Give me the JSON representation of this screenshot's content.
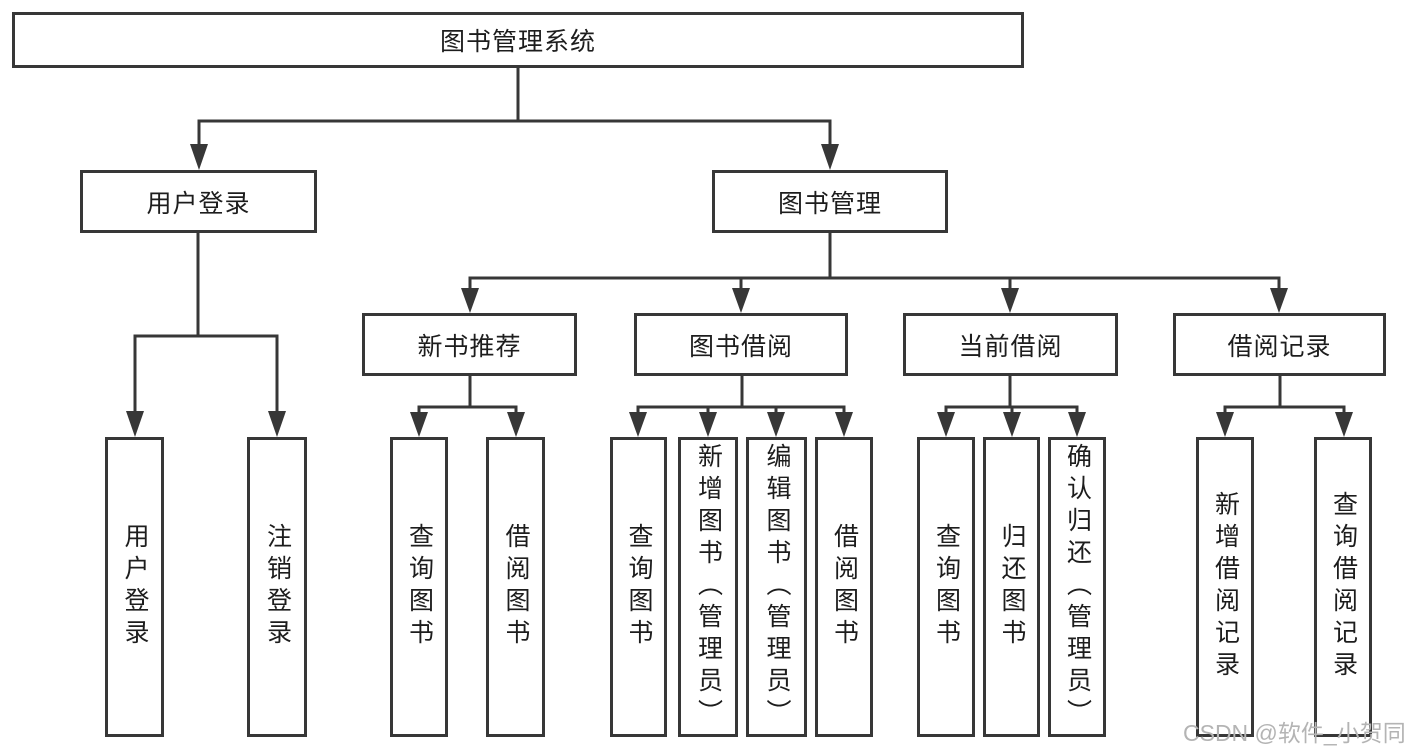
{
  "nodes": {
    "root": "图书管理系统",
    "user_login": "用户登录",
    "book_mgmt": "图书管理",
    "new_books": "新书推荐",
    "book_borrow": "图书借阅",
    "current_borrow": "当前借阅",
    "borrow_records": "借阅记录"
  },
  "leaves": {
    "user_login_1": "用户登录",
    "user_login_2": "注销登录",
    "new_books_1": "查询图书",
    "new_books_2": "借阅图书",
    "book_borrow_1": "查询图书",
    "book_borrow_2": "新增图书（管理员）",
    "book_borrow_3": "编辑图书（管理员）",
    "book_borrow_4": "借阅图书",
    "current_borrow_1": "查询图书",
    "current_borrow_2": "归还图书",
    "current_borrow_3": "确认归还（管理员）",
    "borrow_records_1": "新增借阅记录",
    "borrow_records_2": "查询借阅记录"
  },
  "watermark": "CSDN @软件_小贺同学",
  "colors": {
    "line": "#373737",
    "text": "#1d1d1d",
    "watermark": "#b4b4b4"
  }
}
